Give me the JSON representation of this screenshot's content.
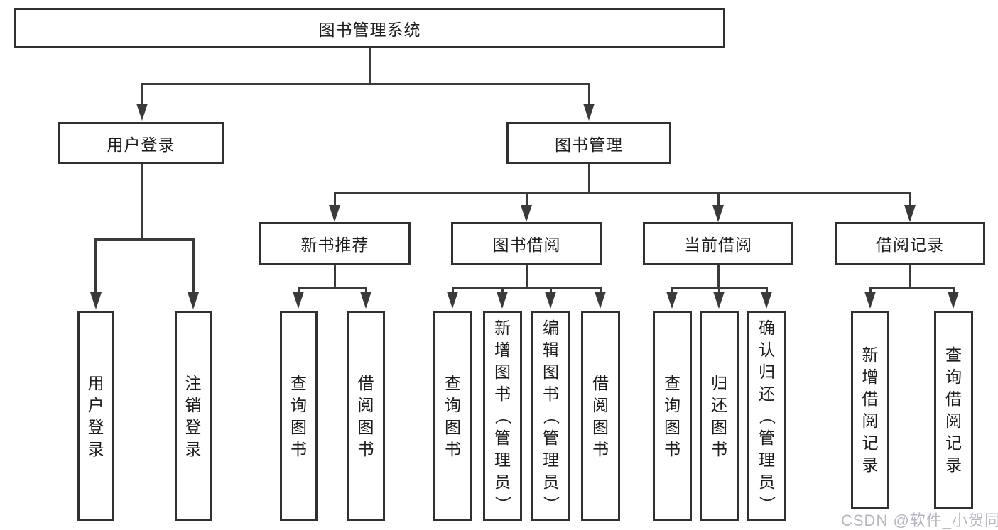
{
  "diagram": {
    "type": "tree",
    "root": "图书管理系统",
    "branches": [
      {
        "label": "用户登录",
        "children": [
          "用户登录",
          "注销登录"
        ]
      },
      {
        "label": "图书管理",
        "groups": [
          {
            "label": "新书推荐",
            "children": [
              "查询图书",
              "借阅图书"
            ]
          },
          {
            "label": "图书借阅",
            "children": [
              "查询图书",
              "新增图书（管理员）",
              "编辑图书（管理员）",
              "借阅图书"
            ]
          },
          {
            "label": "当前借阅",
            "children": [
              "查询图书",
              "归还图书",
              "确认归还（管理员）"
            ]
          },
          {
            "label": "借阅记录",
            "children": [
              "新增借阅记录",
              "查询借阅记录"
            ]
          }
        ]
      }
    ]
  },
  "watermark": {
    "text": "CSDN @软件_小贺同学"
  },
  "colors": {
    "background": "#ffffff",
    "box_border": "#303030",
    "line": "#3a3a3a",
    "text": "#1d1d1f",
    "watermark": "#b2b2be"
  }
}
